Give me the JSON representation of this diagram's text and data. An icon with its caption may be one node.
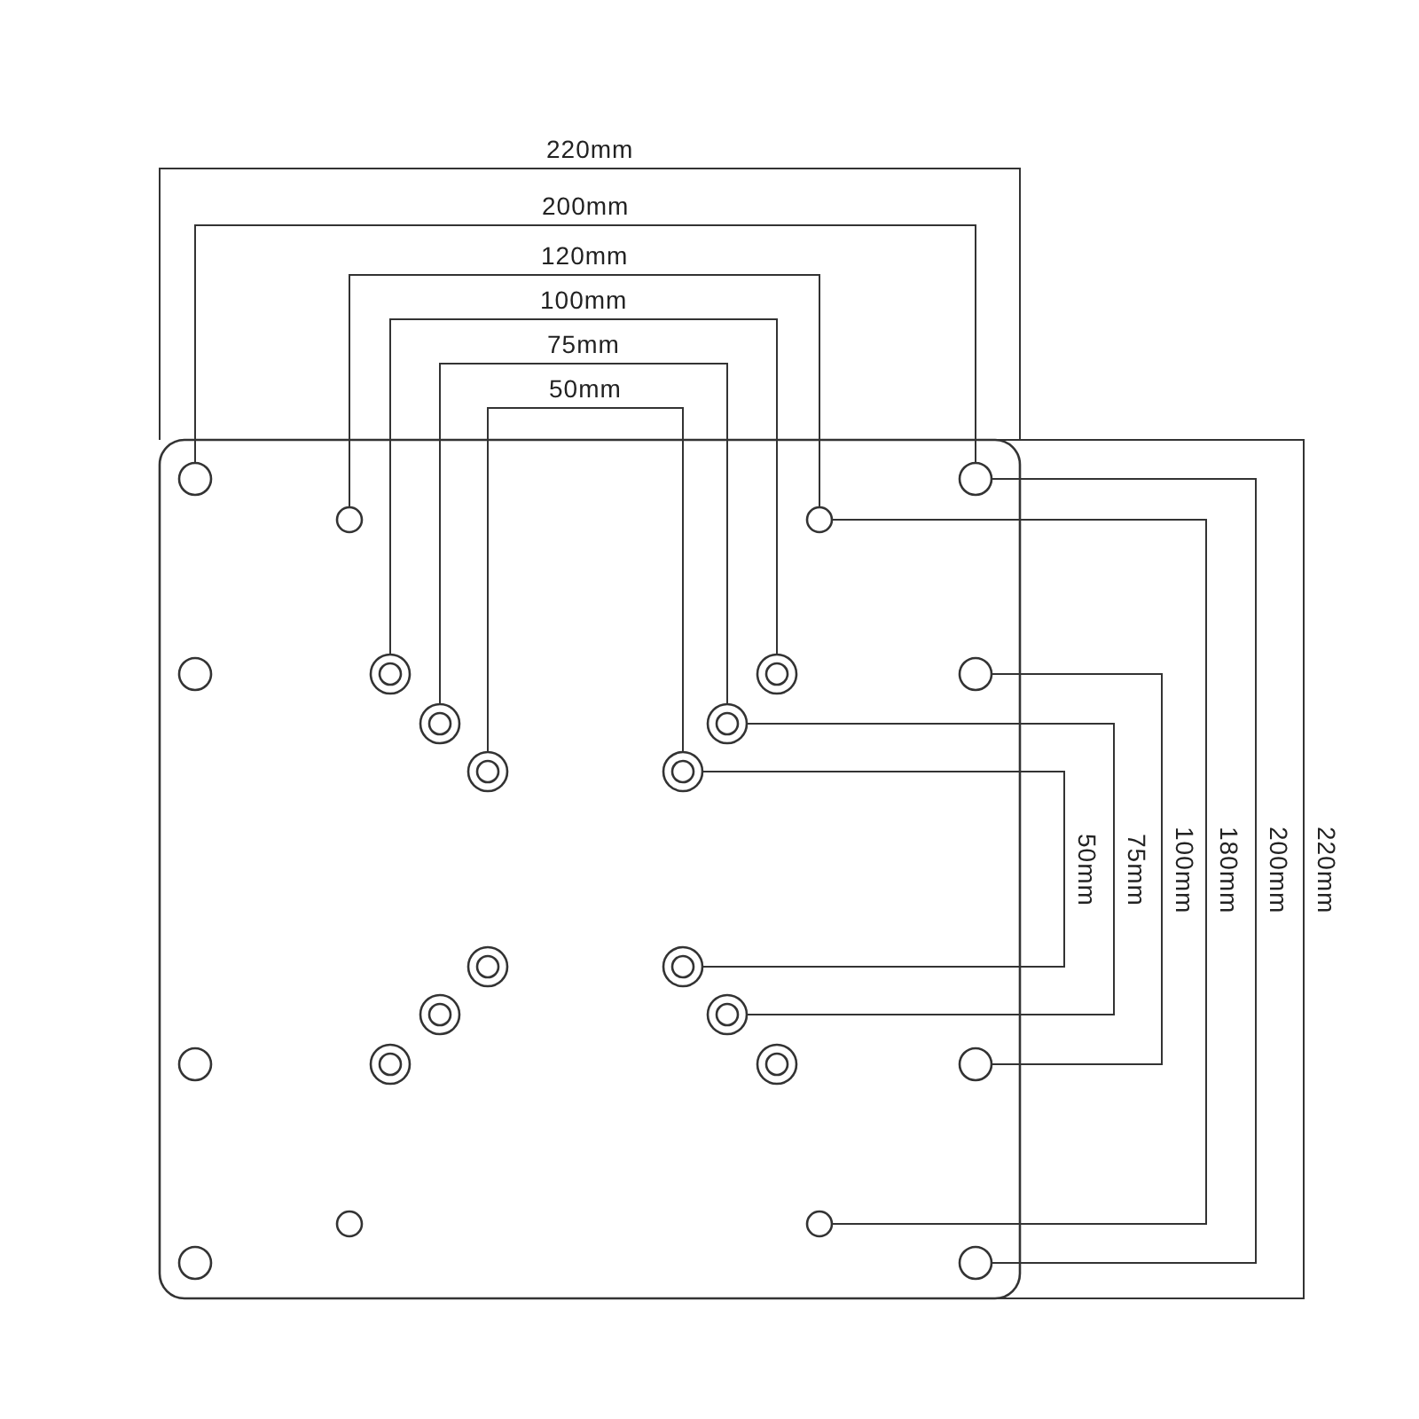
{
  "diagram": {
    "labels": [
      "220mm",
      "200mm",
      "120mm",
      "100mm",
      "75mm",
      "50mm",
      "50mm",
      "75mm",
      "100mm",
      "180mm",
      "200mm",
      "220mm"
    ]
  }
}
